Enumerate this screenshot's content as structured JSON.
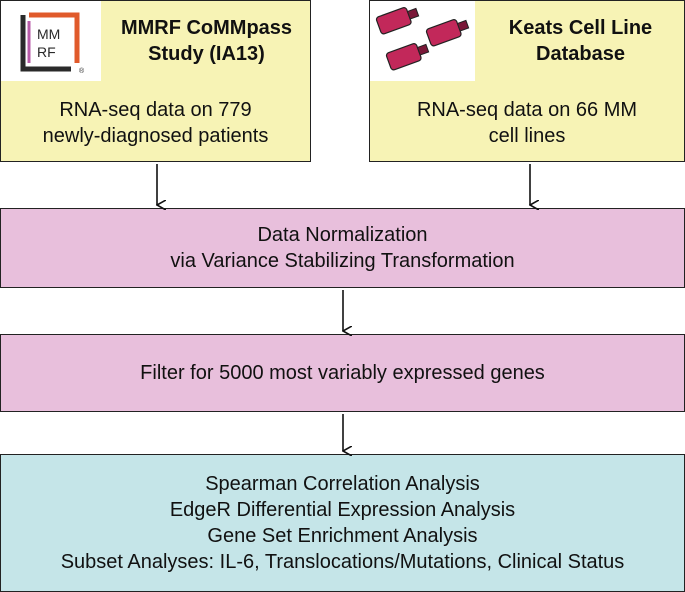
{
  "sources": [
    {
      "title_lines": [
        "MMRF CoMMpass",
        "Study (IA13)"
      ],
      "body_lines": [
        "RNA-seq data on 779",
        "newly-diagnosed patients"
      ],
      "logo_text": [
        "MM",
        "RF"
      ]
    },
    {
      "title_lines": [
        "Keats Cell Line",
        "Database"
      ],
      "body_lines": [
        "RNA-seq data on 66 MM",
        "cell lines"
      ]
    }
  ],
  "steps": [
    {
      "lines": [
        "Data Normalization",
        "via Variance Stabilizing Transformation"
      ]
    },
    {
      "lines": [
        "Filter for 5000 most variably expressed genes"
      ]
    }
  ],
  "analyses": {
    "lines": [
      "Spearman Correlation Analysis",
      "EdgeR Differential Expression Analysis",
      "Gene Set Enrichment Analysis",
      "Subset Analyses: IL-6, Translocations/Mutations, Clinical Status"
    ]
  },
  "colors": {
    "source_fill": "#f7f3b5",
    "step_fill": "#e8bfdc",
    "analysis_fill": "#c5e5e8",
    "flask_color": "#c2285a",
    "logo_accent": "#e05a2b"
  }
}
